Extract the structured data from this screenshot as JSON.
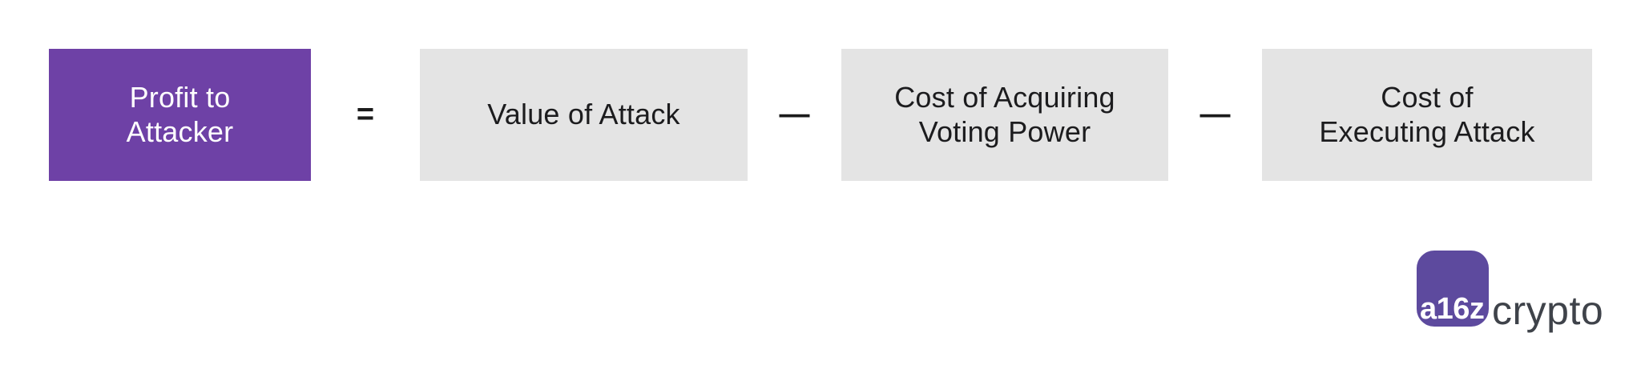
{
  "colors": {
    "result_box_bg": "#6e41a6",
    "result_box_text": "#ffffff",
    "term_box_bg": "#e4e4e4",
    "term_box_text": "#1c1c1e",
    "operator_text": "#1b1b1b",
    "logo_mark_bg": "#5d4a9e",
    "logo_mark_text": "#ffffff",
    "logo_wordmark_text": "#3f434a",
    "background": "#ffffff"
  },
  "formula": {
    "result": {
      "label": "Profit to\nAttacker"
    },
    "equals_symbol": "=",
    "minus_symbol": "—",
    "terms": [
      {
        "label": "Value of Attack"
      },
      {
        "label": "Cost of Acquiring\nVoting Power"
      },
      {
        "label": "Cost of\nExecuting Attack"
      }
    ]
  },
  "logo": {
    "mark": "a16z",
    "wordmark": "crypto"
  }
}
